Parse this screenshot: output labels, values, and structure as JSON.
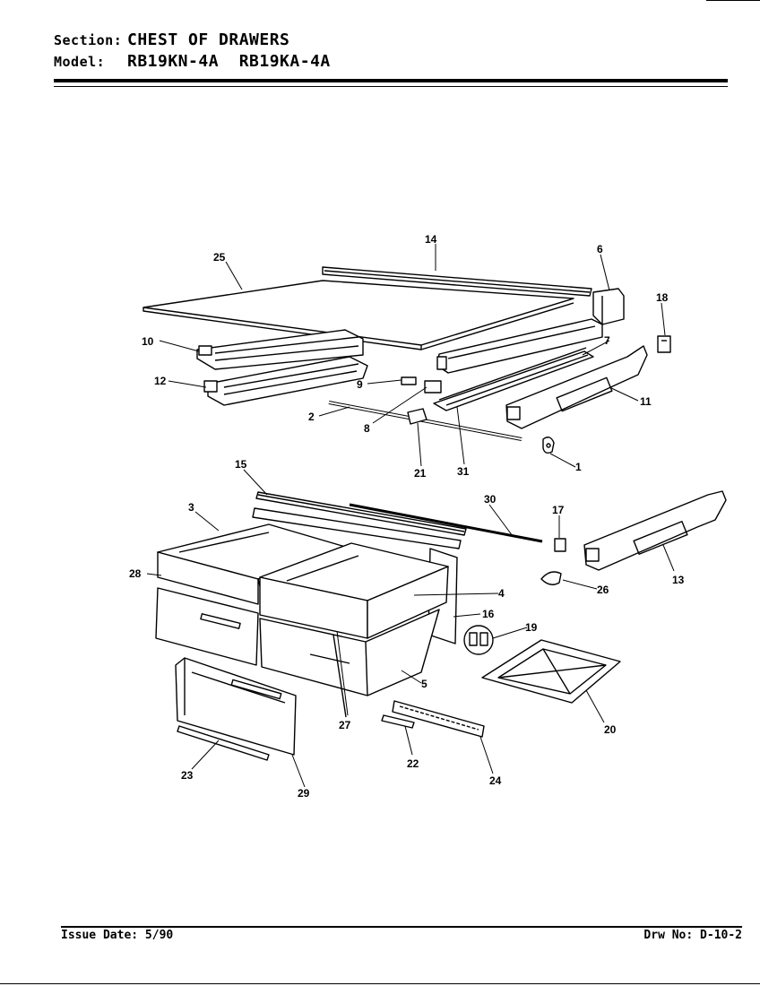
{
  "header": {
    "section_key": "Section:",
    "section_value": "CHEST OF DRAWERS",
    "model_key": "Model:",
    "model_value": "RB19KN-4A  RB19KA-4A"
  },
  "callouts": {
    "c1": "1",
    "c2": "2",
    "c3": "3",
    "c4": "4",
    "c5": "5",
    "c6": "6",
    "c7": "7",
    "c8": "8",
    "c9": "9",
    "c10": "10",
    "c11": "11",
    "c12": "12",
    "c13": "13",
    "c14": "14",
    "c15": "15",
    "c16": "16",
    "c17": "17",
    "c18": "18",
    "c19": "19",
    "c20": "20",
    "c21": "21",
    "c22": "22",
    "c23": "23",
    "c24": "24",
    "c25": "25",
    "c26": "26",
    "c27": "27",
    "c28": "28",
    "c29": "29",
    "c30": "30",
    "c31": "31"
  },
  "footer": {
    "issue_date": "Issue Date: 5/90",
    "drawing_no": "Drw No: D-10-2"
  }
}
